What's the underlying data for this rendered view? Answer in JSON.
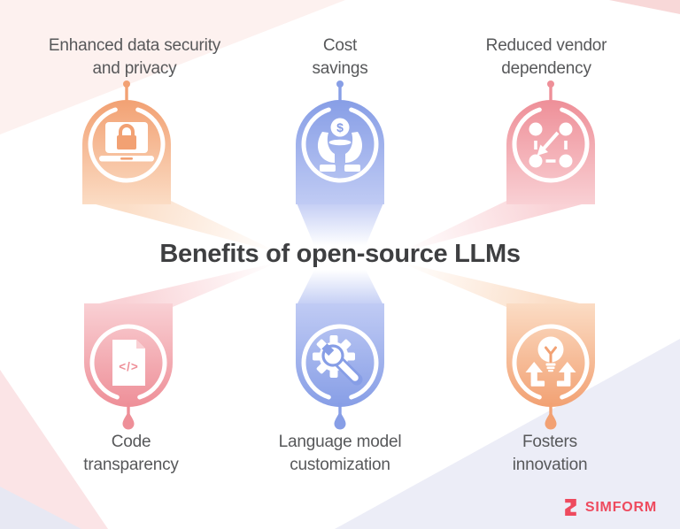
{
  "title": "Benefits of open-source LLMs",
  "items": [
    {
      "label": "Enhanced data security\nand privacy",
      "icon": "laptop-lock-icon",
      "color_key": "orange",
      "position": "top-left"
    },
    {
      "label": "Cost\nsavings",
      "icon": "hands-coin-icon",
      "color_key": "blue",
      "position": "top-center"
    },
    {
      "label": "Reduced vendor\ndependency",
      "icon": "network-nodes-icon",
      "color_key": "pink",
      "position": "top-right"
    },
    {
      "label": "Code\ntransparency",
      "icon": "code-file-icon",
      "color_key": "pink",
      "position": "bottom-left"
    },
    {
      "label": "Language model\ncustomization",
      "icon": "gear-wrench-icon",
      "color_key": "blue",
      "position": "bottom-center"
    },
    {
      "label": "Fosters\ninnovation",
      "icon": "bulb-arrows-icon",
      "color_key": "orange",
      "position": "bottom-right"
    }
  ],
  "glyphs": {
    "dollar": "$",
    "code": "</>"
  },
  "brand": {
    "name": "SIMFORM"
  },
  "colors": {
    "orange": "#f2a173",
    "orange_light": "#fbdcc4",
    "blue": "#879ee6",
    "blue_light": "#c0cbf4",
    "pink": "#ee8f98",
    "pink_light": "#f9d0d4",
    "title_text": "#3e3f41",
    "label_text": "#57585a",
    "brand_red": "#ee4a5e",
    "background": "#ffffff",
    "corner_pink": "#fdf1ef",
    "corner_lavender": "#ecedf7"
  }
}
